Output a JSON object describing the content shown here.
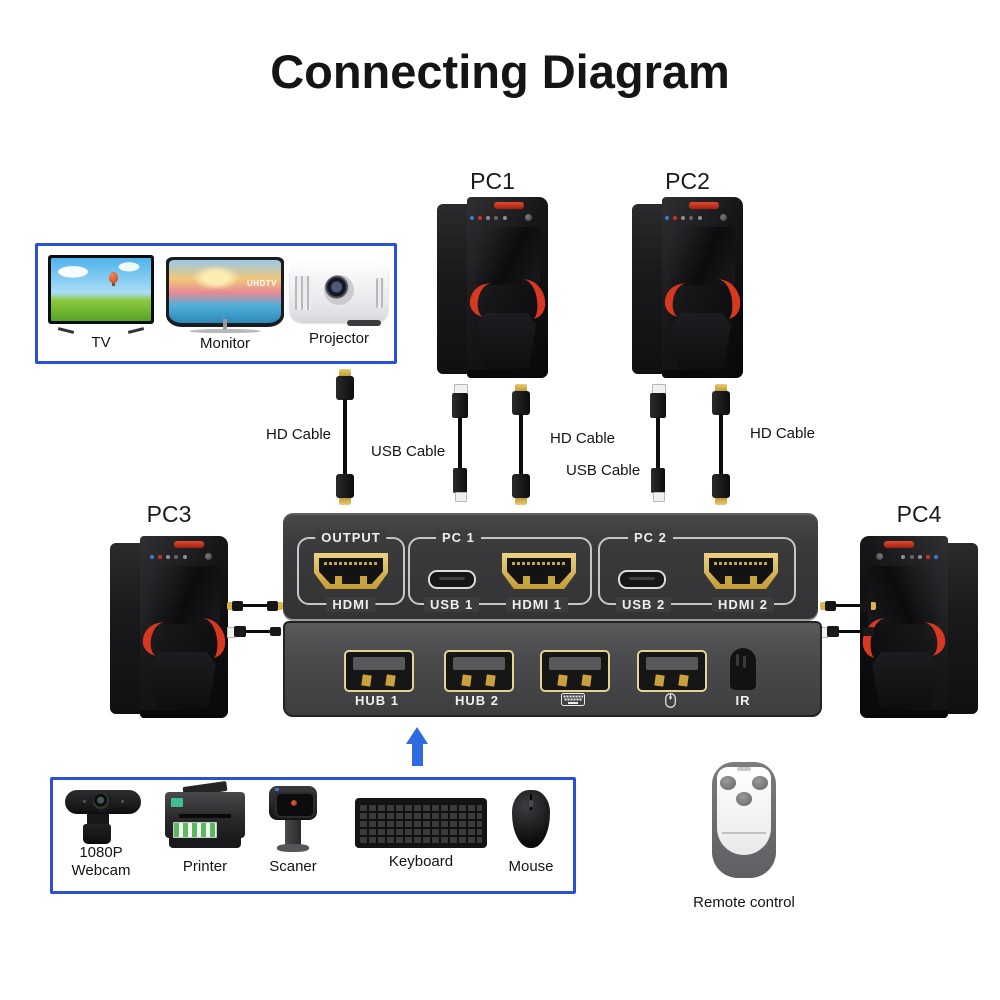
{
  "title": "Connecting Diagram",
  "pc_labels": {
    "pc1": "PC1",
    "pc2": "PC2",
    "pc3": "PC3",
    "pc4": "PC4"
  },
  "display_box": {
    "tv": "TV",
    "monitor": "Monitor",
    "monitor_badge": "UHDTV",
    "projector": "Projector"
  },
  "cable_labels": {
    "hd1": "HD Cable",
    "usb1": "USB  Cable",
    "hd2": "HD Cable",
    "usb2": "USB  Cable",
    "hd3": "HD Cable"
  },
  "kvm_switch": {
    "output": {
      "title": "OUTPUT",
      "port": "HDMI"
    },
    "pc1": {
      "title": "PC 1",
      "usb": "USB 1",
      "hdmi": "HDMI 1"
    },
    "pc2": {
      "title": "PC 2",
      "usb": "USB 2",
      "hdmi": "HDMI 2"
    },
    "hub1": "HUB 1",
    "hub2": "HUB 2",
    "ir": "IR"
  },
  "peripheral_box": {
    "webcam_line1": "1080P",
    "webcam_line2": "Webcam",
    "printer": "Printer",
    "scanner": "Scaner",
    "keyboard": "Keyboard",
    "mouse": "Mouse"
  },
  "remote": {
    "label": "Remote control"
  },
  "colors": {
    "box_border_blue": "#2b50d8",
    "arrow_blue": "#2e6ae0",
    "hdmi_gold": "#d8b44a",
    "switch_top_panel": "#3a3a3c",
    "switch_bottom_panel": "#4a4a4c",
    "tower_red_accent": "#d83820"
  }
}
